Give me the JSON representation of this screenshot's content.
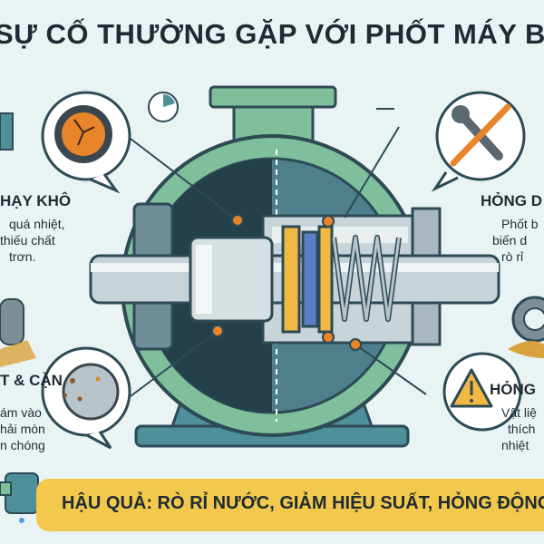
{
  "title": "SỰ CỐ THƯỜNG GẶP VỚI PHỐT MÁY B",
  "sections": {
    "dry_run": {
      "heading": "HẠY KHÔ",
      "lines": [
        "quá nhiệt,",
        "thiếu chất",
        "trơn."
      ]
    },
    "damage": {
      "heading": "HỎNG D",
      "lines": [
        "Phốt b",
        "biến d",
        "rò rỉ"
      ]
    },
    "dirt": {
      "heading": "T & CẶN",
      "lines": [
        "ám vào",
        "hải mòn",
        "n chóng"
      ]
    },
    "material": {
      "heading": "HỎNG",
      "lines": [
        "Vật liệ",
        "thích",
        "nhiệt"
      ]
    }
  },
  "footer": {
    "text": "HẬU QUẢ: RÒ RỈ NƯỚC, GIẢM HIỆU SUẤT, HỎNG ĐỘNG"
  },
  "colors": {
    "background": "#eaf3f4",
    "pump_green": "#7fbf9c",
    "pump_teal": "#4f8f9a",
    "warning_orange": "#e9842b",
    "footer_yellow": "#f2c94c",
    "ink": "#1f2a33"
  },
  "icons": [
    "cracked-seal-icon",
    "wrench-crossed-icon",
    "debris-icon",
    "warning-icon",
    "mechanical-seal-cutaway"
  ]
}
